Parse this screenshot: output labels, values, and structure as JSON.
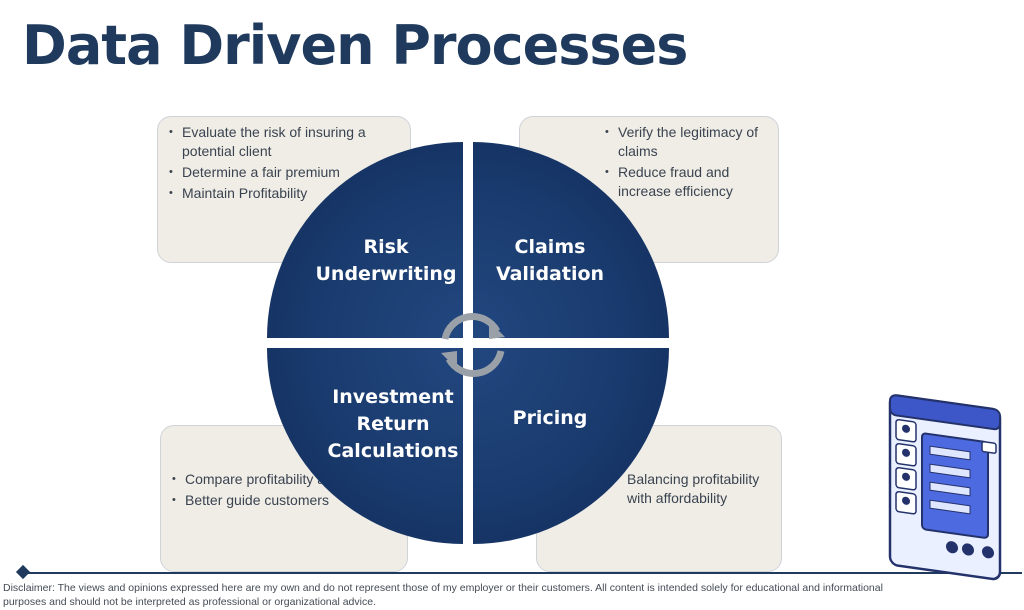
{
  "slide": {
    "title": "Data Driven Processes",
    "quadrants": {
      "top_left": "Risk\nUnderwriting",
      "top_right": "Claims\nValidation",
      "bottom_left": "Investment\nReturn\nCalculations",
      "bottom_right": "Pricing"
    },
    "boxes": {
      "top_left": [
        "Evaluate the risk of insuring a potential client",
        "Determine a fair premium",
        "Maintain Profitability"
      ],
      "top_right": [
        "Verify the legitimacy of claims",
        "Reduce fraud and increase efficiency"
      ],
      "bottom_left": [
        "Compare profitability across plans",
        "Better guide customers"
      ],
      "bottom_right": "Balancing profitability with affordability"
    },
    "disclaimer": "Disclaimer: The views and opinions expressed here are my own and do not represent those of my employer or their customers. All content is intended solely for educational and informational purposes and should not be interpreted as professional or organizational advice."
  },
  "colors": {
    "title": "#1f3a5c",
    "quadrant": "#193a6d",
    "box_bg": "#efede6",
    "box_border": "#cfd3d8",
    "cycle_arrows": "#9aa0a8"
  },
  "icons": [
    "cycle-arrows-icon",
    "web-app-illustration"
  ]
}
